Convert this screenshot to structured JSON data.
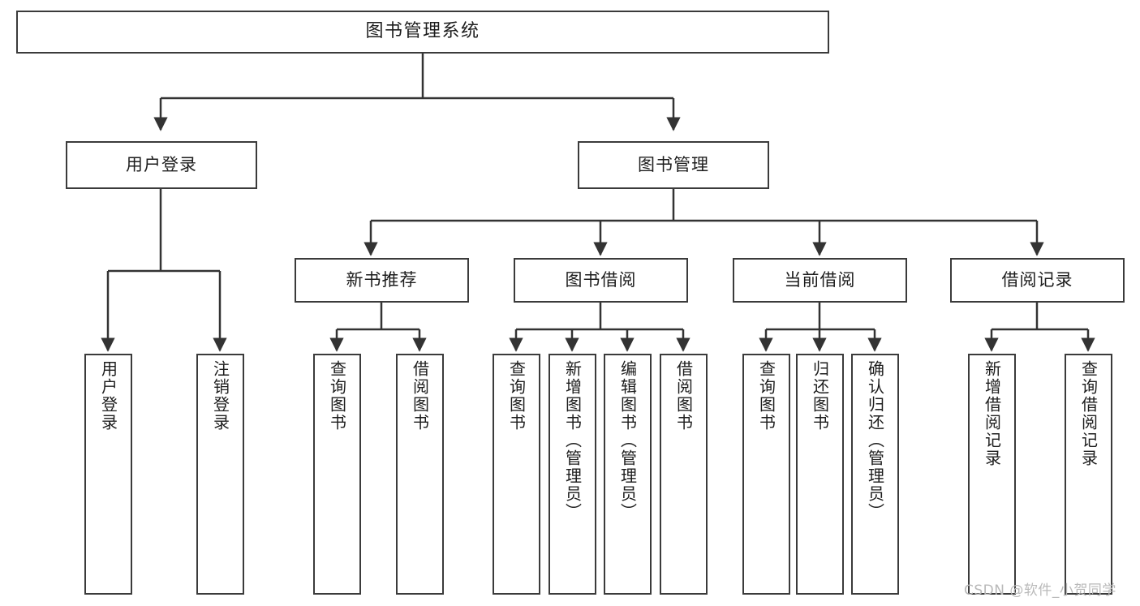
{
  "diagram": {
    "type": "tree",
    "title": "图书管理系统",
    "background_color": "#ffffff",
    "box_border_color": "#3b3b3b",
    "connector_color": "#333333",
    "root": {
      "id": "root",
      "label": "图书管理系统",
      "orientation": "horizontal"
    },
    "level2": [
      {
        "id": "user-login",
        "label": "用户登录",
        "orientation": "horizontal"
      },
      {
        "id": "book-manage",
        "label": "图书管理",
        "orientation": "horizontal"
      }
    ],
    "level3": [
      {
        "id": "new-book-recommend",
        "label": "新书推荐",
        "orientation": "horizontal",
        "parent": "book-manage"
      },
      {
        "id": "book-borrow",
        "label": "图书借阅",
        "orientation": "horizontal",
        "parent": "book-manage"
      },
      {
        "id": "current-borrow",
        "label": "当前借阅",
        "orientation": "horizontal",
        "parent": "book-manage"
      },
      {
        "id": "borrow-record",
        "label": "借阅记录",
        "orientation": "horizontal",
        "parent": "book-manage"
      }
    ],
    "leaves": [
      {
        "id": "leaf-user-login",
        "label": "用户登录",
        "parent": "user-login"
      },
      {
        "id": "leaf-logout",
        "label": "注销登录",
        "parent": "user-login"
      },
      {
        "id": "leaf-query-book-rec",
        "label": "查询图书",
        "parent": "new-book-recommend"
      },
      {
        "id": "leaf-borrow-book-rec",
        "label": "借阅图书",
        "parent": "new-book-recommend"
      },
      {
        "id": "leaf-query-book-borrow",
        "label": "查询图书",
        "parent": "book-borrow"
      },
      {
        "id": "leaf-add-book",
        "label": "新增图书（管理员）",
        "parent": "book-borrow"
      },
      {
        "id": "leaf-edit-book",
        "label": "编辑图书（管理员）",
        "parent": "book-borrow"
      },
      {
        "id": "leaf-borrow-book",
        "label": "借阅图书",
        "parent": "book-borrow"
      },
      {
        "id": "leaf-query-book-current",
        "label": "查询图书",
        "parent": "current-borrow"
      },
      {
        "id": "leaf-return-book",
        "label": "归还图书",
        "parent": "current-borrow"
      },
      {
        "id": "leaf-confirm-return",
        "label": "确认归还（管理员）",
        "parent": "current-borrow"
      },
      {
        "id": "leaf-add-record",
        "label": "新增借阅记录",
        "parent": "borrow-record"
      },
      {
        "id": "leaf-query-record",
        "label": "查询借阅记录",
        "parent": "borrow-record"
      }
    ],
    "watermark": "CSDN @软件_小贺同学"
  }
}
